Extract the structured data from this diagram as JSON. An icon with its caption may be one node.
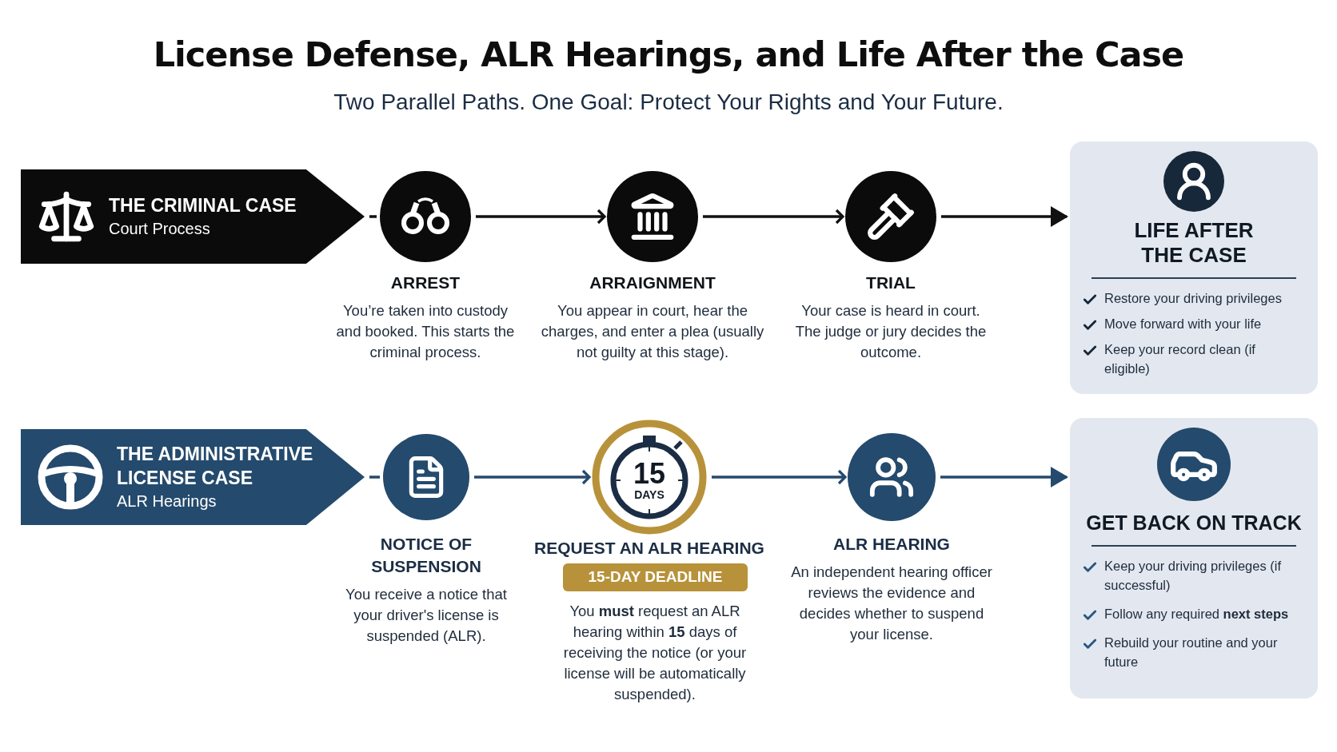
{
  "diagram": {
    "title": "License Defense, ALR Hearings, and Life After the Case",
    "nodes": [
      {
        "text": [
          "THE CRIMINAL CASE",
          "Court Process"
        ]
      },
      {
        "text": [],
        "shape": "circle",
        "beside": [
          "ARREST",
          "You’re taken into custody and booked. This starts the criminal process."
        ]
      },
      {
        "text": [],
        "shape": "circle",
        "beside": [
          "ARRAIGNMENT",
          "You appear in court, hear the charges, and enter a plea (usually not guilty at this stage)."
        ]
      },
      {
        "text": [],
        "shape": "circle",
        "beside": [
          "TRIAL",
          "Your case is heard in court. The judge or jury decides the outcome."
        ]
      },
      {
        "text": [
          "LIFE AFTER THE CASE",
          "Restore your driving privileges",
          "Move forward with your life",
          "Keep your record clean (if eligible)"
        ]
      },
      {
        "text": [
          "THE ADMINISTRATIVE LICENSE CASE",
          "ALR Hearings"
        ]
      },
      {
        "text": [],
        "shape": "circle",
        "beside": [
          "NOTICE OF SUSPENSION",
          "You receive a notice that your driver's license is suspended (ALR)."
        ]
      },
      {
        "text": [
          "15",
          "DAYS"
        ],
        "beside": [
          "REQUEST AN ALR HEARING"
        ]
      },
      {
        "text": [
          "15-DAY DEADLINE"
        ],
        "beside": [
          "You **must** request an ALR hearing within **15** days of receiving the notice (or your license will be automatically suspended)."
        ]
      },
      {
        "text": [],
        "shape": "circle",
        "beside": [
          "ALR HEARING",
          "An independent hearing officer reviews the evidence and decides whether to suspend your license."
        ]
      },
      {
        "text": [
          "GET BACK ON TRACK",
          "Keep your driving privileges (if successful)",
          "Follow any required **next steps**",
          "Rebuild your routine and your future"
        ]
      }
    ],
    "edges": [
      {
        "from": 0,
        "to": 1,
        "arrow": "none"
      },
      {
        "from": 1,
        "to": 2,
        "arrow": "to"
      },
      {
        "from": 2,
        "to": 3,
        "arrow": "to"
      },
      {
        "from": 3,
        "to": 4,
        "arrow": "to"
      },
      {
        "from": 5,
        "to": 6,
        "arrow": "none",
        "color": "#244a6d"
      },
      {
        "from": 6,
        "to": 7,
        "arrow": "to",
        "color": "#244a6d"
      },
      {
        "from": 7,
        "to": 9,
        "arrow": "to",
        "color": "#244a6d"
      },
      {
        "from": 9,
        "to": 10,
        "arrow": "to",
        "color": "#244a6d"
      }
    ],
    "labels": [
      "Two Parallel Paths. One Goal: Protect Your Rights and Your Future."
    ]
  }
}
